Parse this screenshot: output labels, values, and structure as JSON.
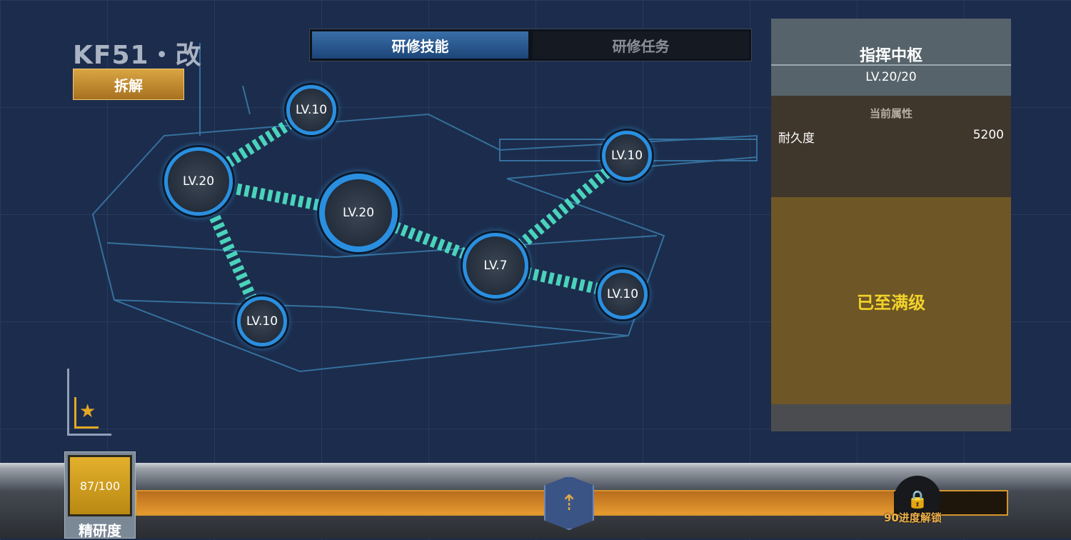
{
  "header": {
    "title": "KF51・改",
    "dismantle": "拆解"
  },
  "tabs": [
    {
      "label": "研修技能",
      "active": true
    },
    {
      "label": "研修任务",
      "active": false
    }
  ],
  "nodes": [
    {
      "level": "LV.10"
    },
    {
      "level": "LV.20"
    },
    {
      "level": "LV.20"
    },
    {
      "level": "LV.10"
    },
    {
      "level": "LV.7"
    },
    {
      "level": "LV.10"
    },
    {
      "level": "LV.10"
    }
  ],
  "panel": {
    "name": "指挥中枢",
    "level": "LV.20/20",
    "attr_header": "当前属性",
    "attr_name": "耐久度",
    "attr_value": "5200",
    "status": "已至满级"
  },
  "progress": {
    "value": "87/100",
    "label": "精研度",
    "percent": 87,
    "lock_text": "90进度解锁"
  },
  "colors": {
    "accent": "#2a8fe0",
    "link": "#4fe6c8",
    "gold": "#e69a30"
  }
}
